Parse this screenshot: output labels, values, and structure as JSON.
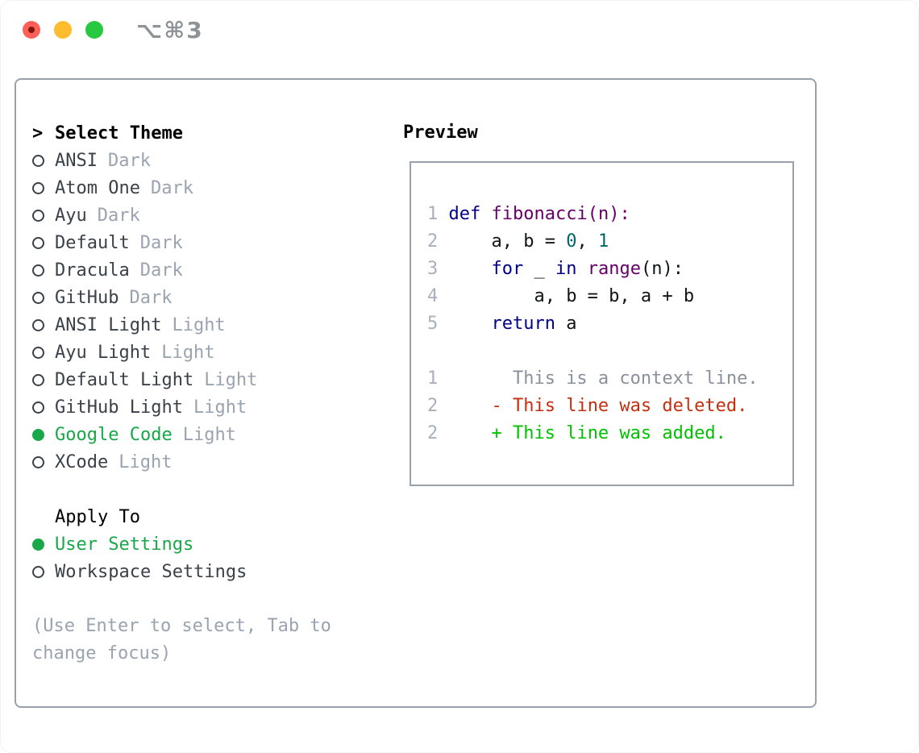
{
  "window": {
    "title": "⌥⌘3"
  },
  "colors": {
    "traffic_red": "#FF5F57",
    "traffic_yellow": "#FEBC2E",
    "traffic_green": "#28C840",
    "title_gray": "#8E9398",
    "border_gray": "#98A1AC",
    "accent_green": "#18A749",
    "added_green": "#00C200",
    "deleted_red": "#C52F10",
    "keyword_blue": "#000088",
    "type_purple": "#660066",
    "literal_teal": "#006666",
    "muted_gray": "#9AA3B0",
    "line_number_gray": "#A8B0BC",
    "context_gray": "#8A919C",
    "item_text": "#3A4149"
  },
  "theme_panel": {
    "header": {
      "prefix": ">",
      "label": "Select Theme"
    },
    "items": [
      {
        "name": "ANSI",
        "tag": "Dark",
        "selected": false
      },
      {
        "name": "Atom One",
        "tag": "Dark",
        "selected": false
      },
      {
        "name": "Ayu",
        "tag": "Dark",
        "selected": false
      },
      {
        "name": "Default",
        "tag": "Dark",
        "selected": false
      },
      {
        "name": "Dracula",
        "tag": "Dark",
        "selected": false
      },
      {
        "name": "GitHub",
        "tag": "Dark",
        "selected": false
      },
      {
        "name": "ANSI Light",
        "tag": "Light",
        "selected": false
      },
      {
        "name": "Ayu Light",
        "tag": "Light",
        "selected": false
      },
      {
        "name": "Default Light",
        "tag": "Light",
        "selected": false
      },
      {
        "name": "GitHub Light",
        "tag": "Light",
        "selected": false
      },
      {
        "name": "Google Code",
        "tag": "Light",
        "selected": true
      },
      {
        "name": "XCode",
        "tag": "Light",
        "selected": false
      }
    ],
    "apply_to": {
      "label": "Apply To",
      "options": [
        {
          "name": "User Settings",
          "selected": true
        },
        {
          "name": "Workspace Settings",
          "selected": false
        }
      ]
    },
    "help_lines": [
      "(Use Enter to select, Tab to",
      "change focus)"
    ]
  },
  "preview": {
    "label": "Preview",
    "lines": [
      {
        "num": "",
        "segments": []
      },
      {
        "num": "1",
        "segments": [
          {
            "t": " ",
            "c": "pln"
          },
          {
            "t": "def",
            "c": "kwd"
          },
          {
            "t": " ",
            "c": "pln"
          },
          {
            "t": "fibonacci(n):",
            "c": "typ"
          }
        ]
      },
      {
        "num": "2",
        "segments": [
          {
            "t": "     a, b = ",
            "c": "pln"
          },
          {
            "t": "0",
            "c": "lit"
          },
          {
            "t": ", ",
            "c": "pln"
          },
          {
            "t": "1",
            "c": "lit"
          }
        ]
      },
      {
        "num": "3",
        "segments": [
          {
            "t": "     ",
            "c": "pln"
          },
          {
            "t": "for",
            "c": "kwd"
          },
          {
            "t": " _ ",
            "c": "pln"
          },
          {
            "t": "in",
            "c": "kwd"
          },
          {
            "t": " ",
            "c": "pln"
          },
          {
            "t": "range",
            "c": "typ"
          },
          {
            "t": "(n):",
            "c": "pln"
          }
        ]
      },
      {
        "num": "4",
        "segments": [
          {
            "t": "         a, b = b, a + b",
            "c": "pln"
          }
        ]
      },
      {
        "num": "5",
        "segments": [
          {
            "t": "     ",
            "c": "pln"
          },
          {
            "t": "return",
            "c": "kwd"
          },
          {
            "t": " a",
            "c": "pln"
          }
        ]
      },
      {
        "num": "",
        "segments": []
      },
      {
        "num": "1",
        "segments": [
          {
            "t": "       This is a context line.",
            "c": "ctx"
          }
        ]
      },
      {
        "num": "2",
        "segments": [
          {
            "t": "     ",
            "c": "pln"
          },
          {
            "t": "- This line was deleted.",
            "c": "del"
          }
        ]
      },
      {
        "num": "2",
        "segments": [
          {
            "t": "     ",
            "c": "pln"
          },
          {
            "t": "+ This line was added.",
            "c": "add"
          }
        ]
      }
    ]
  }
}
